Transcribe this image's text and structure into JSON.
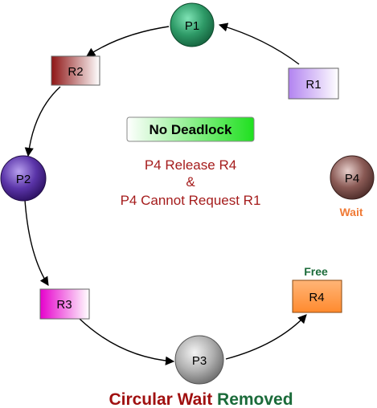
{
  "diagram": {
    "processes": [
      {
        "id": "p1",
        "label": "P1"
      },
      {
        "id": "p2",
        "label": "P2"
      },
      {
        "id": "p3",
        "label": "P3"
      },
      {
        "id": "p4",
        "label": "P4"
      }
    ],
    "resources": [
      {
        "id": "r1",
        "label": "R1"
      },
      {
        "id": "r2",
        "label": "R2"
      },
      {
        "id": "r3",
        "label": "R3"
      },
      {
        "id": "r4",
        "label": "R4"
      }
    ],
    "badge": "No Deadlock",
    "message_line1": "P4 Release R4",
    "message_line2": "&",
    "message_line3": "P4 Cannot Request R1",
    "p4_status": "Wait",
    "r4_status": "Free",
    "footer_part1": "Circular Wait",
    "footer_part2": "Removed"
  },
  "colors": {
    "process_green": "#1d7a4f",
    "process_purple": "#3d1a78",
    "process_grey": "#8a8a8a",
    "process_brown": "#5a3430",
    "resource_lavender": "#b98cf0",
    "resource_maroon": "#9a1c1c",
    "resource_magenta": "#e000c8",
    "resource_orange": "#ff9b4a",
    "badge_green": "#1fe01f",
    "message_red": "#a51c1c",
    "wait_orange": "#f07a35",
    "free_green": "#1b6b3a",
    "footer_red": "#a01010",
    "footer_green": "#1b6b3a"
  }
}
